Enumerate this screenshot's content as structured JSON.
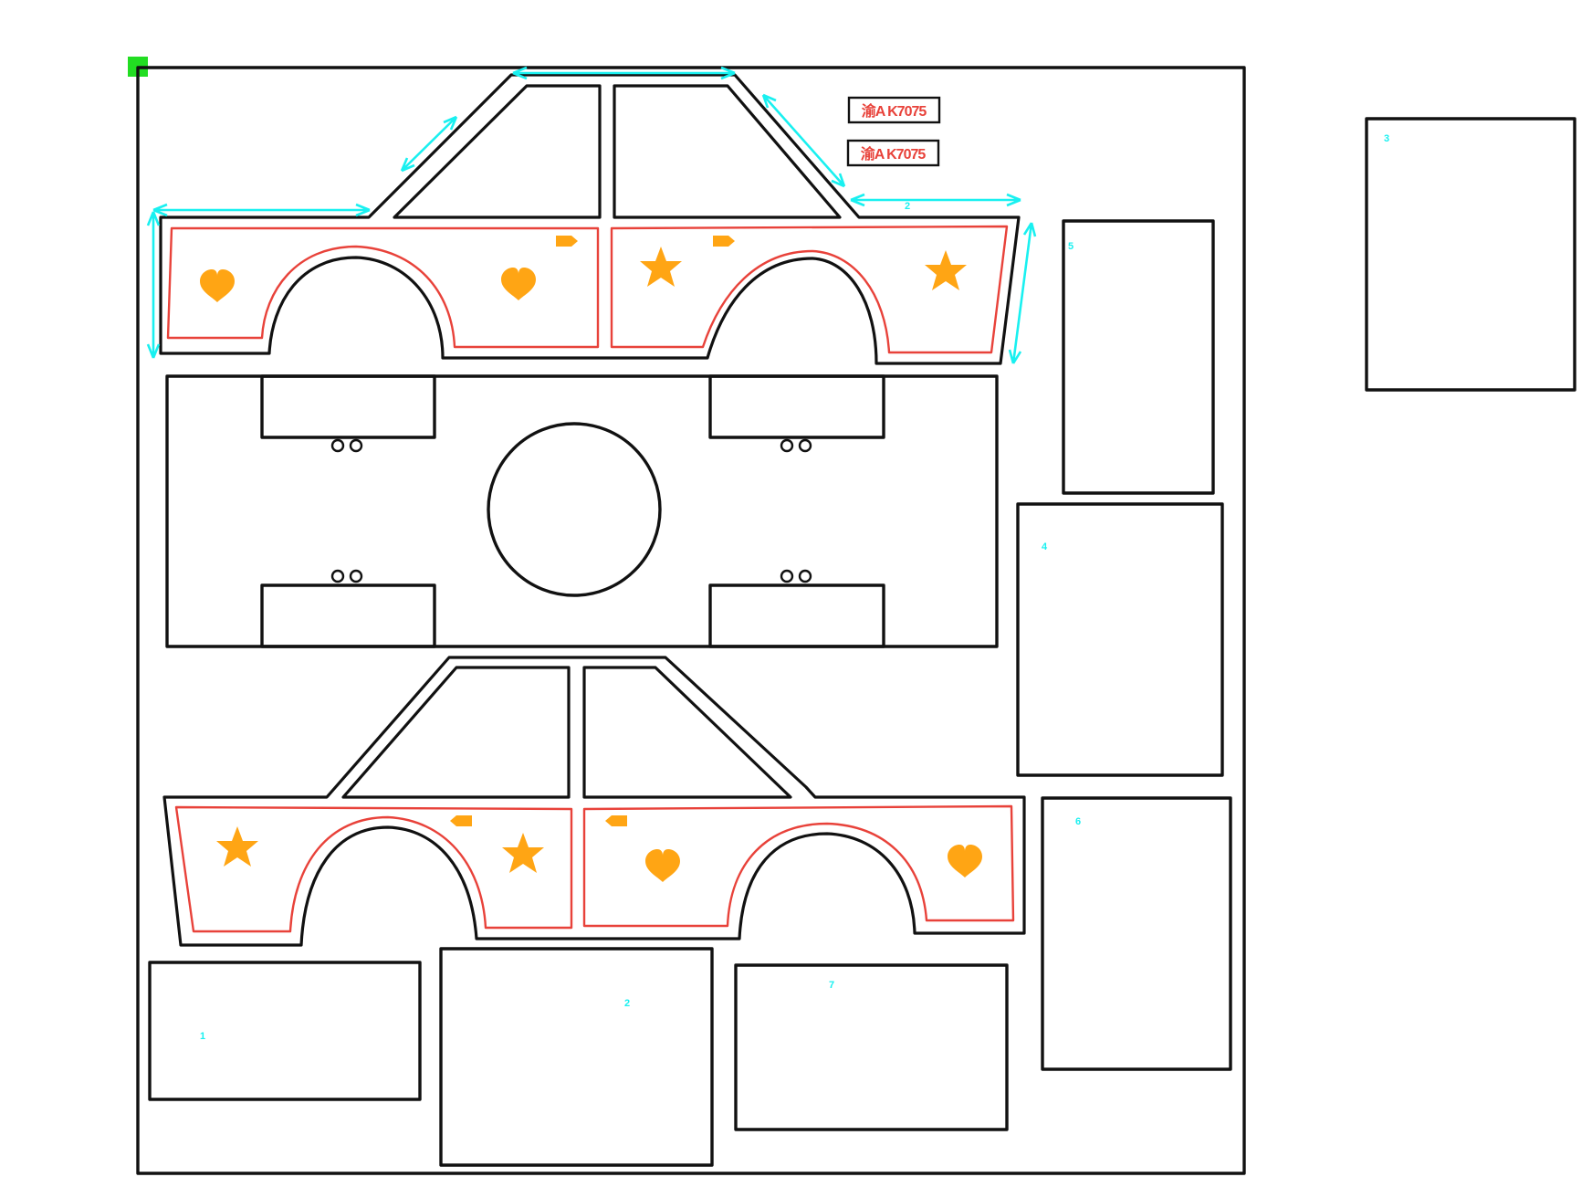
{
  "canvas": {
    "origin_marker_color": "#22dd22",
    "outline_color": "#111111",
    "cut_color": "#e8423a",
    "dimension_color": "#19f0f0",
    "decal_color": "#ffa514"
  },
  "plates": [
    "渝A K7075",
    "渝A K7075"
  ],
  "panel_numbers": [
    "1",
    "2",
    "3",
    "4",
    "5",
    "6",
    "7"
  ],
  "dimension_labels": [
    "2"
  ],
  "decals": {
    "top_side": [
      "heart-icon",
      "heart-icon",
      "star-icon",
      "star-icon",
      "arrow-tag-icon",
      "arrow-tag-icon"
    ],
    "bottom_side": [
      "star-icon",
      "star-icon",
      "heart-icon",
      "heart-icon",
      "arrow-tag-icon",
      "arrow-tag-icon"
    ]
  }
}
